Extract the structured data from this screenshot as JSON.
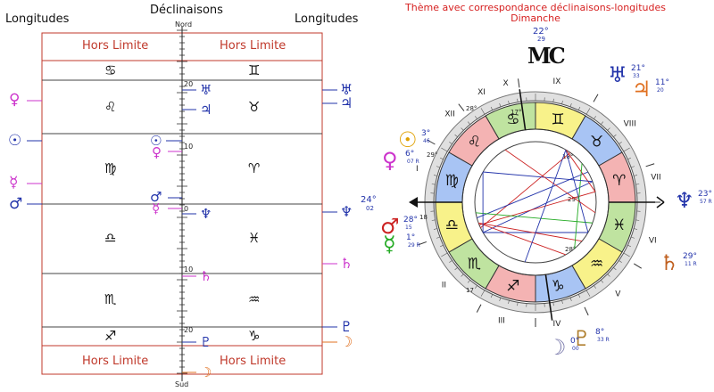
{
  "left_chart": {
    "header_left": "Longitudes",
    "header_center": "Déclinaisons",
    "header_right": "Longitudes",
    "north_label": "Nord",
    "south_label": "Sud",
    "hors_limite_left": "Hors Limite",
    "hors_limite_right": "Hors Limite",
    "scale_ticks": [
      "20",
      "10",
      "0",
      "10",
      "20"
    ],
    "left_signs": [
      "♋",
      "♌",
      "♍",
      "♎",
      "♏",
      "♐"
    ],
    "right_signs": [
      "♊",
      "♉",
      "♈",
      "♓",
      "♒",
      "♑"
    ],
    "left_planets": [
      "♀",
      "☉",
      "☿",
      "♂"
    ],
    "right_planets": [
      "♅",
      "♃",
      "♆",
      "♄",
      "♇",
      "☽"
    ],
    "center_planets": [
      "♅",
      "♃",
      "☉",
      "♀",
      "♂",
      "☿",
      "♆",
      "♄",
      "♇",
      "☽"
    ],
    "colors": {
      "accent": "#c0392b",
      "blue": "#2233aa",
      "magenta": "#cc33cc",
      "orange": "#e07020"
    }
  },
  "right_chart": {
    "title_line1": "Thème avec correspondance déclinaisons-longitudes",
    "title_line2": "Dimanche",
    "mc_degree": "22°",
    "mc_minutes": "29",
    "mc_label": "MC",
    "houses": [
      "X",
      "IX",
      "VIII",
      "VII",
      "VI",
      "V",
      "IV",
      "III",
      "II",
      "I",
      "XII",
      "XI"
    ],
    "cusp_degrees": [
      "28°",
      "17°",
      "18°",
      "29°",
      "28°",
      "17",
      "18",
      "29°"
    ],
    "zodiac_ring": [
      "♋",
      "♊",
      "♉",
      "♈",
      "♓",
      "♒",
      "♑",
      "♐",
      "♏",
      "♎",
      "♍",
      "♌"
    ],
    "planet_labels": [
      {
        "glyph": "♅",
        "deg": "21°",
        "min": "33",
        "color": "#2233aa"
      },
      {
        "glyph": "♃",
        "deg": "11°",
        "min": "20",
        "color": "#e07020"
      },
      {
        "glyph": "♆",
        "deg": "23°",
        "min": "57 R",
        "color": "#2233aa"
      },
      {
        "glyph": "♄",
        "deg": "29°",
        "min": "11 R",
        "color": "#c06020"
      },
      {
        "glyph": "♇",
        "deg": "8°",
        "min": "33 R",
        "color": "#b08030"
      },
      {
        "glyph": "☽",
        "deg": "0°",
        "min": "00",
        "color": "#7777aa"
      },
      {
        "glyph": "☉",
        "deg": "3°",
        "min": "46",
        "color": "#e0a000"
      },
      {
        "glyph": "♀",
        "deg": "6°",
        "min": "07 R",
        "color": "#cc33cc"
      },
      {
        "glyph": "♂",
        "deg": "28°",
        "min": "15",
        "color": "#cc2222"
      },
      {
        "glyph": "☿",
        "deg": "1°",
        "min": "29 R",
        "color": "#22aa22"
      }
    ],
    "asc_degree": "24°",
    "asc_minutes": "02"
  }
}
